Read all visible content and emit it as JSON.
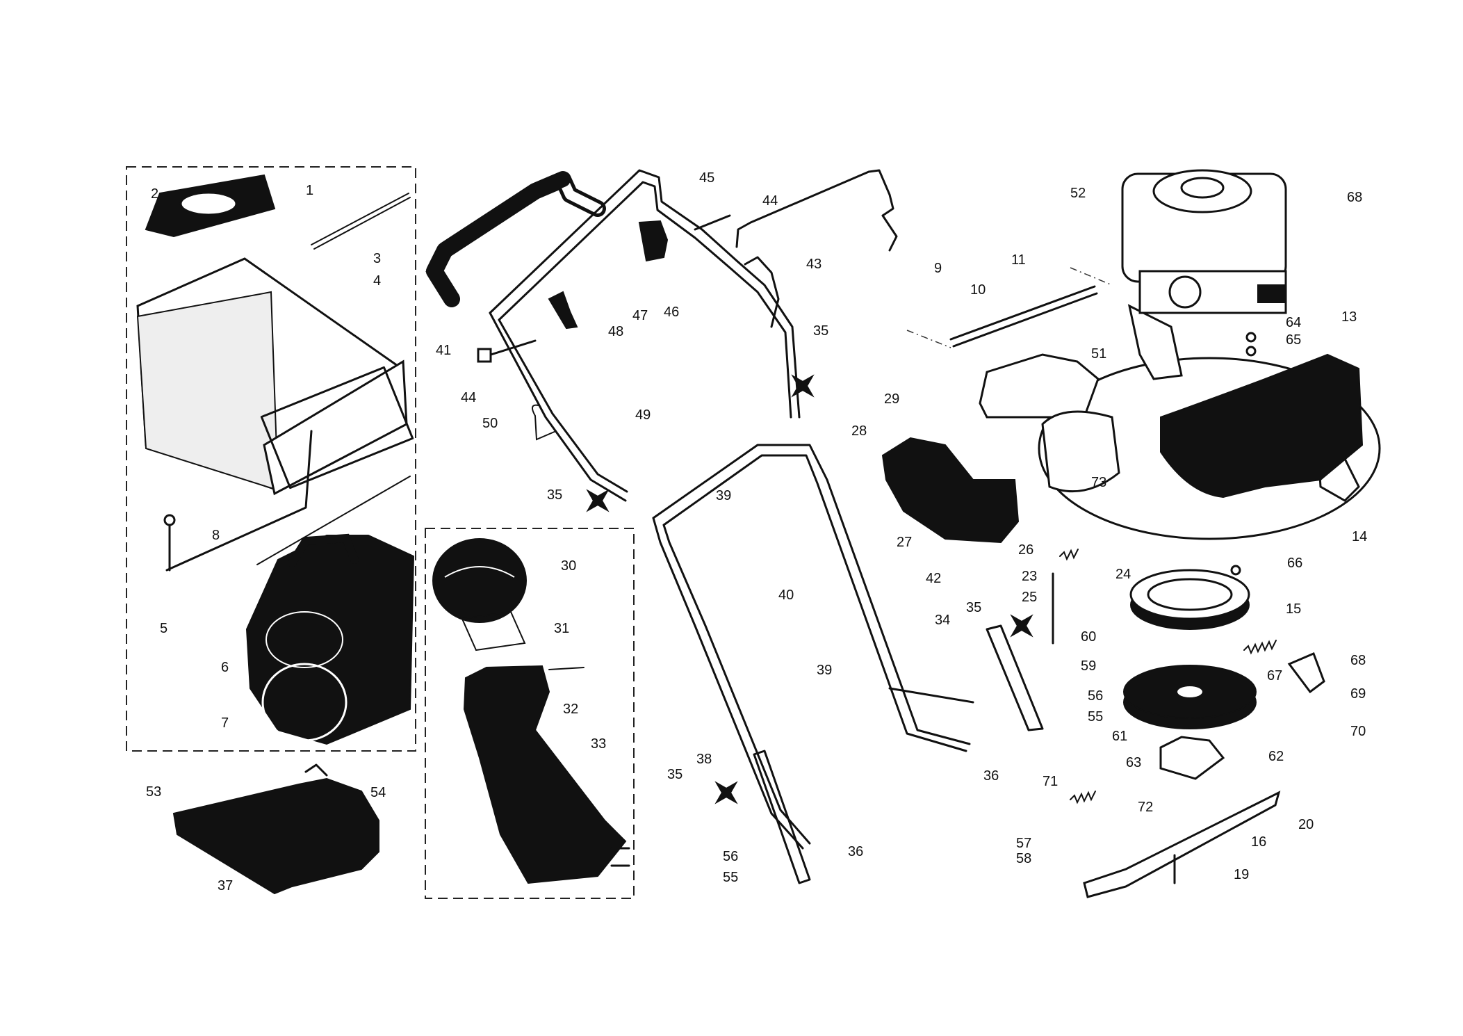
{
  "callouts": [
    {
      "id": "c1",
      "text": "1"
    },
    {
      "id": "c2",
      "text": "2"
    },
    {
      "id": "c3",
      "text": "3"
    },
    {
      "id": "c4",
      "text": "4"
    },
    {
      "id": "c5",
      "text": "5"
    },
    {
      "id": "c6",
      "text": "6"
    },
    {
      "id": "c7",
      "text": "7"
    },
    {
      "id": "c8",
      "text": "8"
    },
    {
      "id": "c9",
      "text": "9"
    },
    {
      "id": "c10",
      "text": "10"
    },
    {
      "id": "c11",
      "text": "11"
    },
    {
      "id": "c13",
      "text": "13"
    },
    {
      "id": "c14",
      "text": "14"
    },
    {
      "id": "c15",
      "text": "15"
    },
    {
      "id": "c16",
      "text": "16"
    },
    {
      "id": "c19",
      "text": "19"
    },
    {
      "id": "c20",
      "text": "20"
    },
    {
      "id": "c23",
      "text": "23"
    },
    {
      "id": "c24",
      "text": "24"
    },
    {
      "id": "c25",
      "text": "25"
    },
    {
      "id": "c26",
      "text": "26"
    },
    {
      "id": "c27",
      "text": "27"
    },
    {
      "id": "c28",
      "text": "28"
    },
    {
      "id": "c29",
      "text": "29"
    },
    {
      "id": "c30",
      "text": "30"
    },
    {
      "id": "c31",
      "text": "31"
    },
    {
      "id": "c32",
      "text": "32"
    },
    {
      "id": "c33",
      "text": "33"
    },
    {
      "id": "c34",
      "text": "34"
    },
    {
      "id": "c35a",
      "text": "35"
    },
    {
      "id": "c35b",
      "text": "35"
    },
    {
      "id": "c35c",
      "text": "35"
    },
    {
      "id": "c35d",
      "text": "35"
    },
    {
      "id": "c36a",
      "text": "36"
    },
    {
      "id": "c36b",
      "text": "36"
    },
    {
      "id": "c37",
      "text": "37"
    },
    {
      "id": "c38",
      "text": "38"
    },
    {
      "id": "c39a",
      "text": "39"
    },
    {
      "id": "c39b",
      "text": "39"
    },
    {
      "id": "c40",
      "text": "40"
    },
    {
      "id": "c41",
      "text": "41"
    },
    {
      "id": "c42",
      "text": "42"
    },
    {
      "id": "c43",
      "text": "43"
    },
    {
      "id": "c44a",
      "text": "44"
    },
    {
      "id": "c44b",
      "text": "44"
    },
    {
      "id": "c45",
      "text": "45"
    },
    {
      "id": "c46",
      "text": "46"
    },
    {
      "id": "c47",
      "text": "47"
    },
    {
      "id": "c48",
      "text": "48"
    },
    {
      "id": "c49",
      "text": "49"
    },
    {
      "id": "c50",
      "text": "50"
    },
    {
      "id": "c51",
      "text": "51"
    },
    {
      "id": "c52",
      "text": "52"
    },
    {
      "id": "c53",
      "text": "53"
    },
    {
      "id": "c54",
      "text": "54"
    },
    {
      "id": "c55a",
      "text": "55"
    },
    {
      "id": "c55b",
      "text": "55"
    },
    {
      "id": "c56a",
      "text": "56"
    },
    {
      "id": "c56b",
      "text": "56"
    },
    {
      "id": "c57",
      "text": "57"
    },
    {
      "id": "c58",
      "text": "58"
    },
    {
      "id": "c59",
      "text": "59"
    },
    {
      "id": "c60",
      "text": "60"
    },
    {
      "id": "c61",
      "text": "61"
    },
    {
      "id": "c62",
      "text": "62"
    },
    {
      "id": "c63",
      "text": "63"
    },
    {
      "id": "c64",
      "text": "64"
    },
    {
      "id": "c65",
      "text": "65"
    },
    {
      "id": "c66",
      "text": "66"
    },
    {
      "id": "c67",
      "text": "67"
    },
    {
      "id": "c68a",
      "text": "68"
    },
    {
      "id": "c68b",
      "text": "68"
    },
    {
      "id": "c69",
      "text": "69"
    },
    {
      "id": "c70",
      "text": "70"
    },
    {
      "id": "c71",
      "text": "71"
    },
    {
      "id": "c72",
      "text": "72"
    },
    {
      "id": "c73",
      "text": "73"
    }
  ]
}
